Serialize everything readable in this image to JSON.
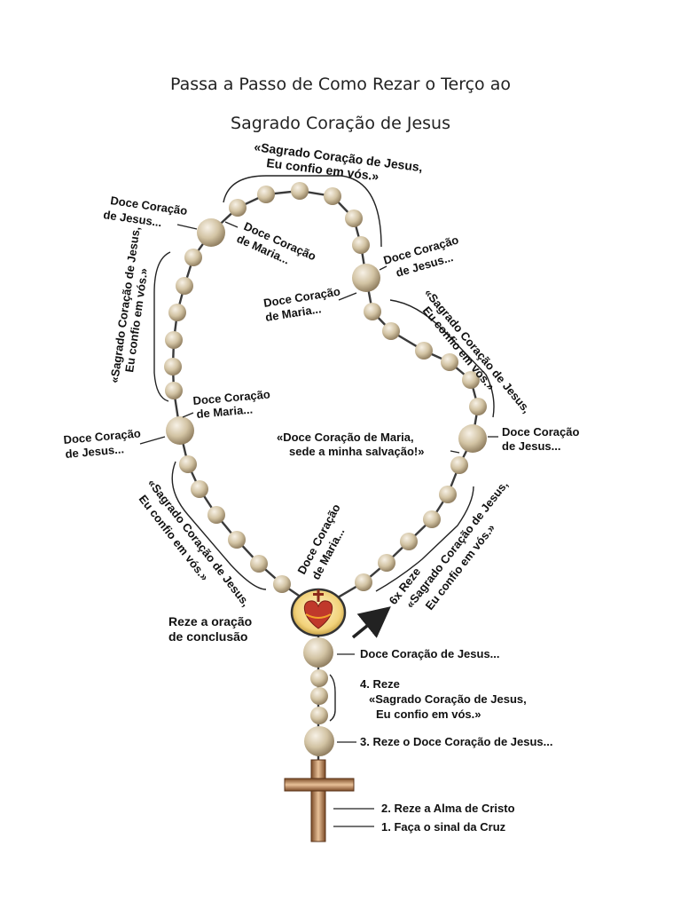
{
  "title": {
    "line1": "Passa a Passo de Como Rezar o Terço ao",
    "line2": "Sagrado Coração de Jesus"
  },
  "colors": {
    "bead_light": "#f7f1e6",
    "bead_mid": "#d2c3a3",
    "bead_dark": "#8f7d5f",
    "cross_light": "#d9a878",
    "cross_dark": "#7a4a26",
    "chain": "#3a3a3a",
    "heart": "#c0392b"
  },
  "icons": {
    "medal": "sacred-heart-medal-icon",
    "cross": "crucifix-icon",
    "arrow": "direction-arrow-icon"
  },
  "labels": {
    "top_prayer_1": "«Sagrado Coração de Jesus,",
    "top_prayer_2": "Eu confio em vós.»",
    "doce_jesus_tl_1": "Doce Coração",
    "doce_jesus_tl_2": "de Jesus...",
    "doce_maria_tl_1": "Doce Coração",
    "doce_maria_tl_2": "de Maria...",
    "left_prayer_1": "«Sagrado Coração de Jesus,",
    "left_prayer_2": "Eu confio em vós.»",
    "doce_jesus_tr_1": "Doce Coração",
    "doce_jesus_tr_2": "de Jesus...",
    "doce_maria_r_1": "Doce Coração",
    "doce_maria_r_2": "de Maria...",
    "right_prayer_1": "«Sagrado Coração de Jesus,",
    "right_prayer_2": "Eu confio em vós.»",
    "doce_maria_l_1": "Doce Coração",
    "doce_maria_l_2": "de Maria...",
    "doce_jesus_l_1": "Doce Coração",
    "doce_jesus_l_2": "de Jesus...",
    "maria_salvacao_1": "«Doce Coração de Maria,",
    "maria_salvacao_2": "sede a minha salvação!»",
    "doce_jesus_r_1": "Doce Coração",
    "doce_jesus_r_2": "de Jesus...",
    "bottom_left_prayer_1": "«Sagrado Coração de Jesus,",
    "bottom_left_prayer_2": "Eu confio em vós.»",
    "doce_maria_b_1": "Doce Coração",
    "doce_maria_b_2": "de Maria...",
    "six_reze": "6x Reze",
    "bottom_right_prayer_1": "«Sagrado Coração de Jesus,",
    "bottom_right_prayer_2": "Eu confio em vós.»",
    "conclusao_1": "Reze a oração",
    "conclusao_2": "de conclusão"
  },
  "steps": {
    "doce_jesus": "Doce Coração de Jesus...",
    "step4_1": "4. Reze",
    "step4_2": "«Sagrado Coração de Jesus,",
    "step4_3": "Eu confio em vós.»",
    "step3": "3. Reze o Doce Coração de Jesus...",
    "step2": "2. Reze a Alma de Cristo",
    "step1": "1. Faça o sinal da Cruz"
  }
}
